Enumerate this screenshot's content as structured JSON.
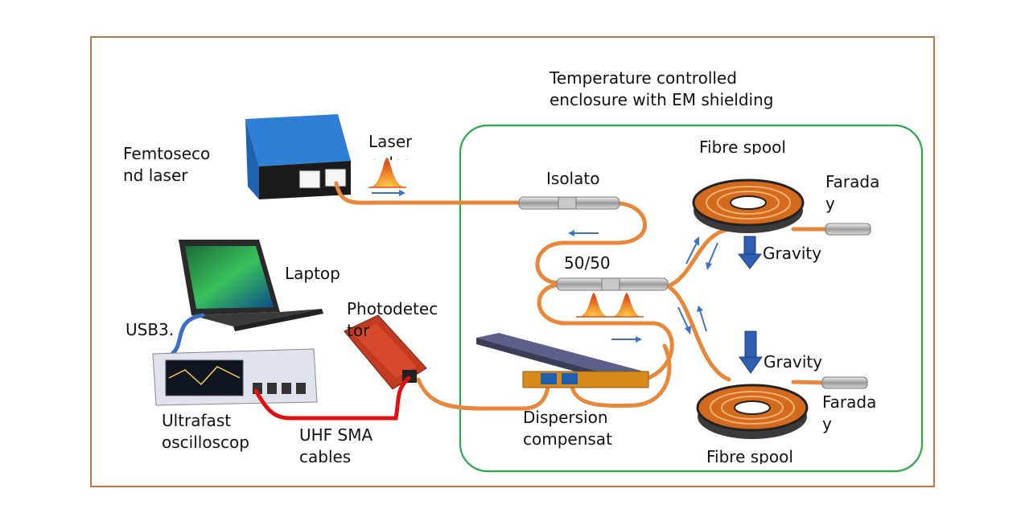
{
  "labels": {
    "enclosure": "Temperature controlled\nenclosure with EM shielding",
    "femtosecond_laser": "Femtoseco\nnd laser",
    "laser_pulse": "Laser\npulse",
    "isolator": "Isolato",
    "fibre_spool_top": "Fibre spool",
    "faraday_top": "Farada\ny",
    "splitter": "50/50",
    "gravity_top": "Gravity",
    "laptop": "Laptop",
    "photodetector": "Photodetec\ntor",
    "usb": "USB3.",
    "gravity_bottom": "Gravity",
    "faraday_bottom": "Farada\ny",
    "ultrafast_oscilloscope": "Ultrafast\noscilloscop",
    "uhf_sma": "UHF SMA\ncables",
    "dispersion": "Dispersion\ncompensat",
    "fibre_spool_bottom": "Fibre spool"
  },
  "colors": {
    "frame": "#c0784a",
    "enclosure": "#2aa84a",
    "fibre": "#e8873a",
    "sma_cable": "#e01010",
    "usb_cable": "#3a6fc4",
    "arrow": "#3d72c4",
    "gravity_arrow": "#2f5db0",
    "pulse": "#e0501a"
  }
}
